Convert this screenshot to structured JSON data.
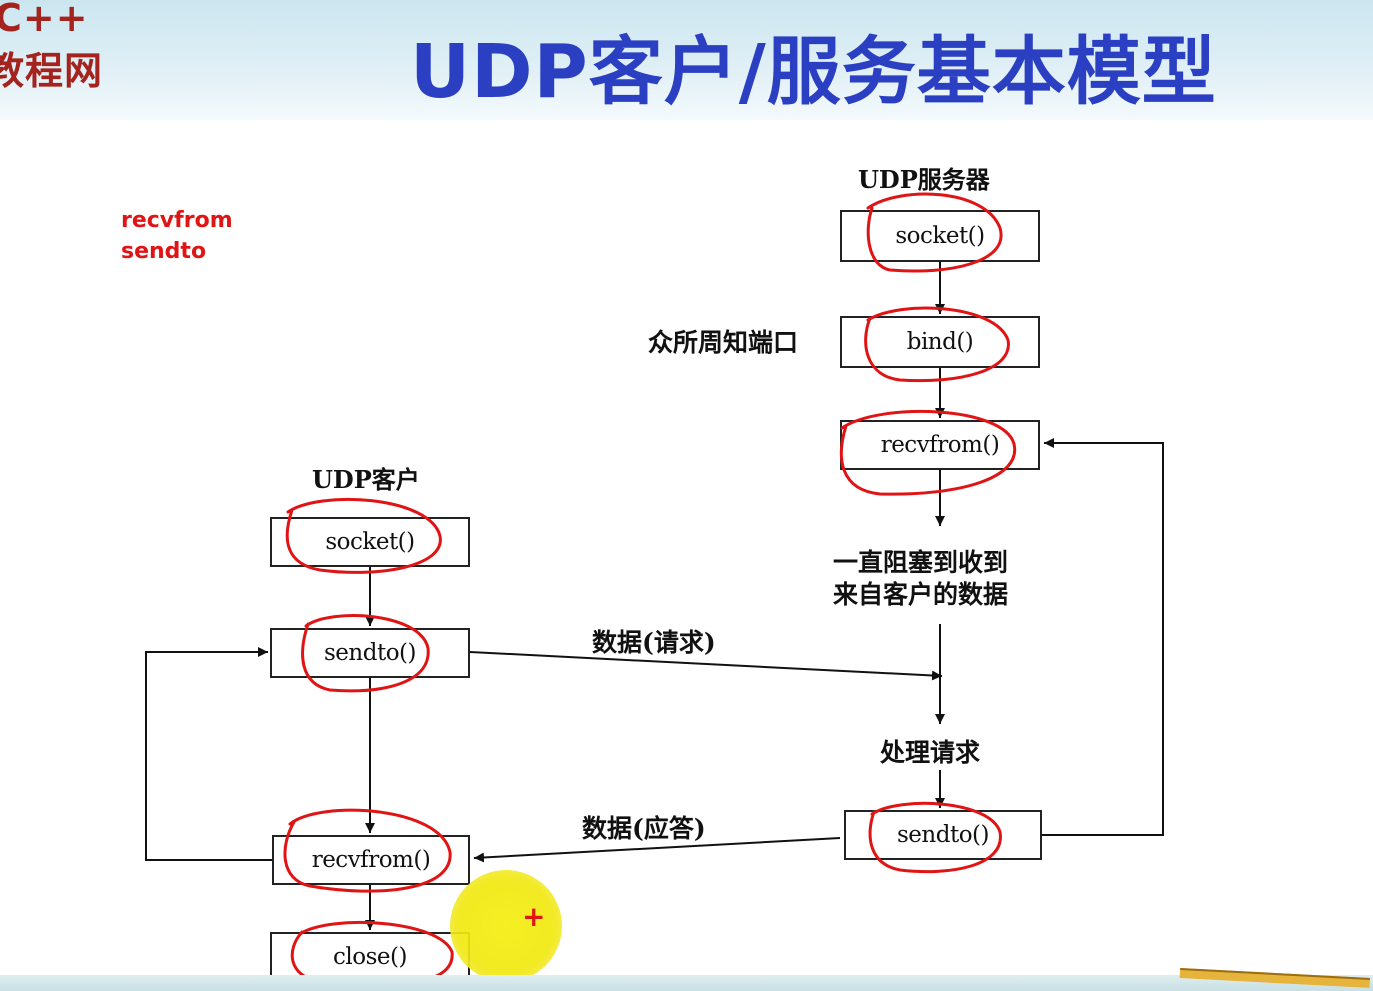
{
  "slide": {
    "title": "UDP客户/服务基本模型",
    "logo_line1": "C++",
    "logo_line2": "教程网"
  },
  "notes": [
    "recvfrom",
    "sendto"
  ],
  "server": {
    "heading": "UDP服务器",
    "socket": "socket()",
    "bind": "bind()",
    "bind_label": "众所周知端口",
    "recvfrom": "recvfrom()",
    "block_label_line1": "一直阻塞到收到",
    "block_label_line2": "来自客户的数据",
    "process_label": "处理请求",
    "sendto": "sendto()"
  },
  "client": {
    "heading": "UDP客户",
    "socket": "socket()",
    "sendto": "sendto()",
    "recvfrom": "recvfrom()",
    "close": "close()"
  },
  "flows": {
    "request_label": "数据(请求)",
    "reply_label": "数据(应答)"
  },
  "colors": {
    "title": "#2b3fc2",
    "logo": "#a5231e",
    "annotation": "#e01414",
    "cursor_highlight": "#f1e80f"
  },
  "icons": [
    "cursor-highlight-icon",
    "plus-icon",
    "pencil-icon"
  ]
}
